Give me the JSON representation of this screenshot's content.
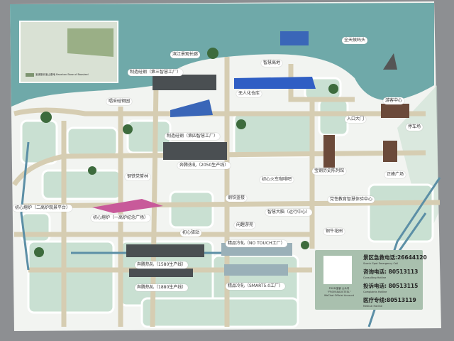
{
  "map": {
    "inset_legend": "宝钢股份宝山基地",
    "inset_legend_en": "Baoshan Base of Baosteel",
    "colors": {
      "sea": "#6fa9a9",
      "road": "#d6cdb2",
      "block": "#c9e0d2",
      "paper": "#f2f4f1",
      "background": "#8d8f92"
    },
    "labels": [
      {
        "id": "binjiang",
        "text": "滨江景观长廊"
      },
      {
        "id": "factory3",
        "text": "制造硅钢（第三智慧工厂）"
      },
      {
        "id": "highland",
        "text": "智慧高地"
      },
      {
        "id": "wharf",
        "text": "全天候码头"
      },
      {
        "id": "warehouse",
        "text": "无人化仓库"
      },
      {
        "id": "garden",
        "text": "唱采硅钢园"
      },
      {
        "id": "factory4",
        "text": "制造硅钢（第四智慧工厂）"
      },
      {
        "id": "visitor",
        "text": "游客中心"
      },
      {
        "id": "entrance",
        "text": "入口大门"
      },
      {
        "id": "parking",
        "text": "停车场"
      },
      {
        "id": "forest",
        "text": "钢铁党誓林"
      },
      {
        "id": "hot2050",
        "text": "奔腾热轧（2050生产线）"
      },
      {
        "id": "cafe",
        "text": "初心火车咖啡吧"
      },
      {
        "id": "museum",
        "text": "宝钢历史陈列馆"
      },
      {
        "id": "plaza",
        "text": "正峰广场"
      },
      {
        "id": "bluebuilding",
        "text": "钢铁蓝楼"
      },
      {
        "id": "education",
        "text": "党性教育智慧体验中心"
      },
      {
        "id": "furnace2",
        "text": "初心熔炉（二高炉观景平台）"
      },
      {
        "id": "furnace1",
        "text": "初心熔炉（一高炉纪念广场）"
      },
      {
        "id": "brain",
        "text": "智慧大脑（运行中心）"
      },
      {
        "id": "leisure",
        "text": "闲趣游苑"
      },
      {
        "id": "station",
        "text": "初心驿站"
      },
      {
        "id": "flowers",
        "text": "铜牛花田"
      },
      {
        "id": "cold1",
        "text": "精品冷轧（NO TOUCH工厂）"
      },
      {
        "id": "hot1580",
        "text": "奔腾热轧（1580生产线）"
      },
      {
        "id": "hot1880",
        "text": "奔腾热轧（1880生产线）"
      },
      {
        "id": "cold2",
        "text": "精品冷轧（SMART5.0工厂）"
      }
    ]
  },
  "hotline": {
    "qr_caption": "FROM宝钢 公众号",
    "qr_caption2": "\"FROM-BAOSTEEL\"",
    "qr_caption3": "WeChat Official Account",
    "rows": [
      {
        "label": "景区急救电话:26644120",
        "en": "Scenic Spot Emergency Call"
      },
      {
        "label": "咨询电话: 80513113",
        "en": "Consulting Hotline"
      },
      {
        "label": "投诉电话: 80513115",
        "en": "Complaints Hotline"
      },
      {
        "label": "医疗专线:80513119",
        "en": "Medical Hotline"
      }
    ]
  }
}
